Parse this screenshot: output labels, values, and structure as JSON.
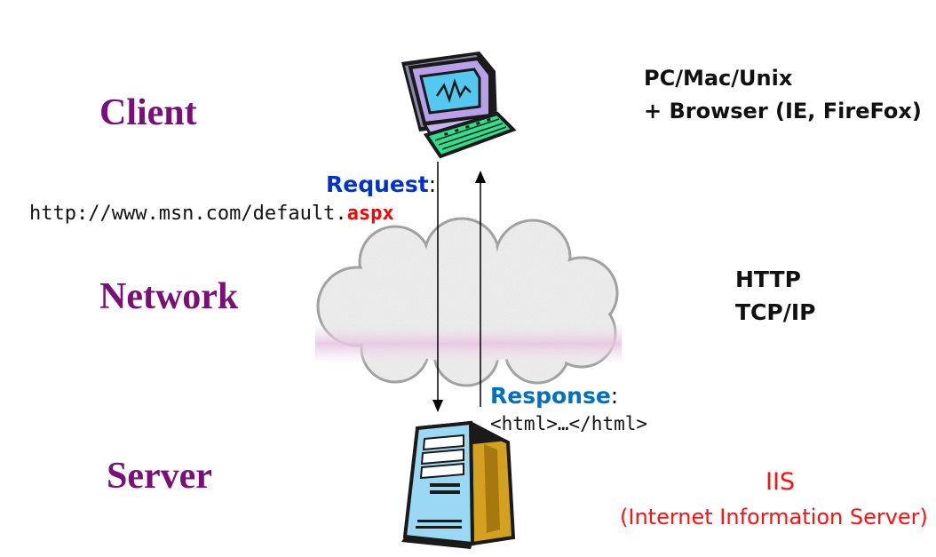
{
  "labels": {
    "client": "Client",
    "network": "Network",
    "server": "Server"
  },
  "client_info": {
    "line1": "PC/Mac/Unix",
    "line2": "+ Browser (IE, FireFox)"
  },
  "network_info": {
    "line1": "HTTP",
    "line2": "TCP/IP"
  },
  "server_info": {
    "line1": "IIS",
    "line2": "(Internet Information Server)"
  },
  "request": {
    "label": "Request",
    "colon": ":",
    "url_prefix": "http://www.msn.com/default.",
    "url_ext": "aspx"
  },
  "response": {
    "label": "Response",
    "colon": ":",
    "body": "<html>…</html>"
  },
  "colors": {
    "tier_label": "#7a0f7a",
    "request_label": "#0033cc",
    "response_label": "#0070c0",
    "aspx": "#ff0000",
    "iis": "#ff1111"
  }
}
